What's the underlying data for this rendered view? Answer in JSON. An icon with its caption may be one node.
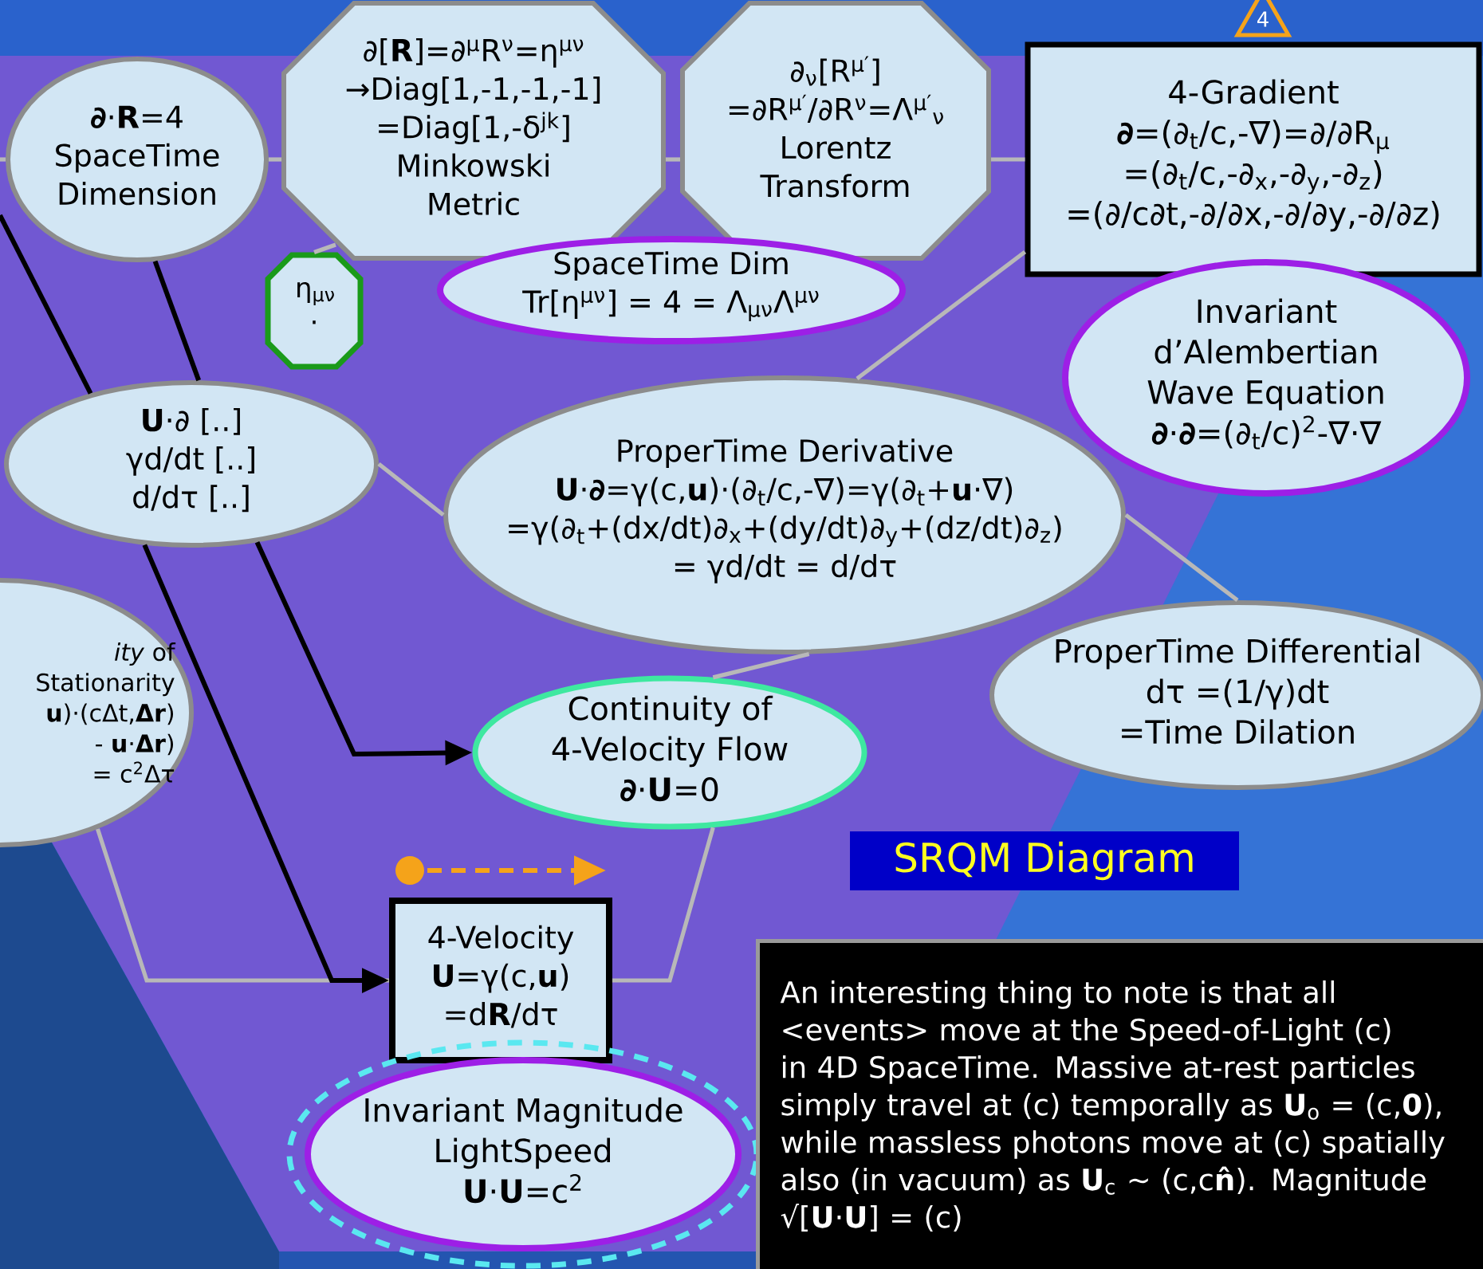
{
  "diagram": {
    "title": "SRQM Diagram",
    "nodes": [
      {
        "text": [
          "**∂**·**R**=4",
          "SpaceTime Dimension"
        ]
      },
      {
        "text": [
          "∂[**R**]=∂$^{μ}$R$^{ν}$=η$^{μν}$ →Diag[1,-1,-1,-1] =Diag[1,-δ$^{jk}$]",
          "Minkowski Metric"
        ]
      },
      {
        "text": [
          "∂$_{ν}$[R$^{μ′}$] =∂R$^{μ′}$/∂R$^{ν}$=Λ$^{μ′}$$_{ν}$",
          "Lorentz Transform"
        ]
      },
      {
        "text": [
          "4-Gradient",
          "**∂**=(∂$_{t}$/c,-∇)=∂/∂R$_{μ}$ =(∂$_{t}$/c,-∂$_{x}$,-∂$_{y}$,-∂$_{z}$) =(∂/c∂t,-∂/∂x,-∂/∂y,-∂/∂z)"
        ]
      },
      {
        "text": [
          "η$_{μν}$ ·"
        ]
      },
      {
        "text": [
          "SpaceTime Dim",
          "Tr[η$^{μν}$] = 4 = Λ$_{μν}$Λ$^{μν}$"
        ]
      },
      {
        "text": [
          "Invariant d’Alembertian Wave Equation",
          "**∂**·**∂**=(∂$_{t}$/c)$^{2}$-∇·∇"
        ]
      },
      {
        "text": [
          "**U**·∂ [..] γd/dt [..] d/dτ [..]"
        ]
      },
      {
        "text": [
          "ProperTime Derivative",
          "**U**·**∂**=γ(c,**u**)·(∂$_{t}$/c,-∇)=γ(∂$_{t}$+**u**·∇) =γ(∂$_{t}$+(dx/dt)∂$_{x}$+(dy/dt)∂$_{y}$+(dz/dt)∂$_{z}$) = γd/dt = d/dτ"
        ]
      },
      {
        "text": [
          "*ity* of",
          "Stationarity",
          "**u**)·(cΔt,**Δr**)",
          "- **u**·**Δr**)",
          "= c$^{2}$Δτ"
        ]
      },
      {
        "text": [
          "ProperTime Differential",
          "dτ =(1/γ)dt =Time Dilation"
        ]
      },
      {
        "text": [
          "Continuity of 4-Velocity Flow",
          "**∂**·**U**=0"
        ]
      },
      {
        "text": [
          "4-Velocity",
          "**U**=γ(c,**u**) =d**R**/dτ"
        ]
      },
      {
        "text": [
          "Invariant Magnitude LightSpeed",
          "**U**·**U**=c$^{2}$"
        ]
      },
      {
        "text": [
          "An interesting thing to note is that all <events> move at the Speed-of-Light (c) in 4D SpaceTime. Massive at-rest particles simply travel at (c) temporally as **U**$_{o}$ = (c,**0**), while massless photons move at (c) spatially also (in vacuum) as **U**$_{c}$ ~ (c,c**n̂**). Magnitude √[**U**·**U**] = (c)"
        ]
      }
    ],
    "edges": [
      {
        "from": null,
        "to": 0,
        "arrow": "none"
      },
      {
        "from": 0,
        "to": 1,
        "arrow": "none"
      },
      {
        "from": 1,
        "to": 2,
        "arrow": "none"
      },
      {
        "from": 2,
        "to": 3,
        "arrow": "none"
      },
      {
        "from": 4,
        "to": 1,
        "arrow": "none"
      },
      {
        "from": 3,
        "to": 8,
        "arrow": "none"
      },
      {
        "from": 7,
        "to": 8,
        "arrow": "none"
      },
      {
        "from": 8,
        "to": 10,
        "arrow": "none"
      },
      {
        "from": 8,
        "to": 11,
        "arrow": "none"
      },
      {
        "from": 11,
        "to": 12,
        "arrow": "none"
      },
      {
        "from": 9,
        "to": 12,
        "arrow": "none"
      },
      {
        "from": null,
        "to": 7,
        "arrow": "none",
        "color": "#000000"
      },
      {
        "from": 7,
        "to": 12,
        "arrow": "to",
        "color": "#000000"
      },
      {
        "from": 0,
        "to": 7,
        "arrow": "none",
        "color": "#000000"
      },
      {
        "from": 7,
        "to": 11,
        "arrow": "to",
        "color": "#000000"
      }
    ],
    "labels": [
      "4"
    ]
  }
}
